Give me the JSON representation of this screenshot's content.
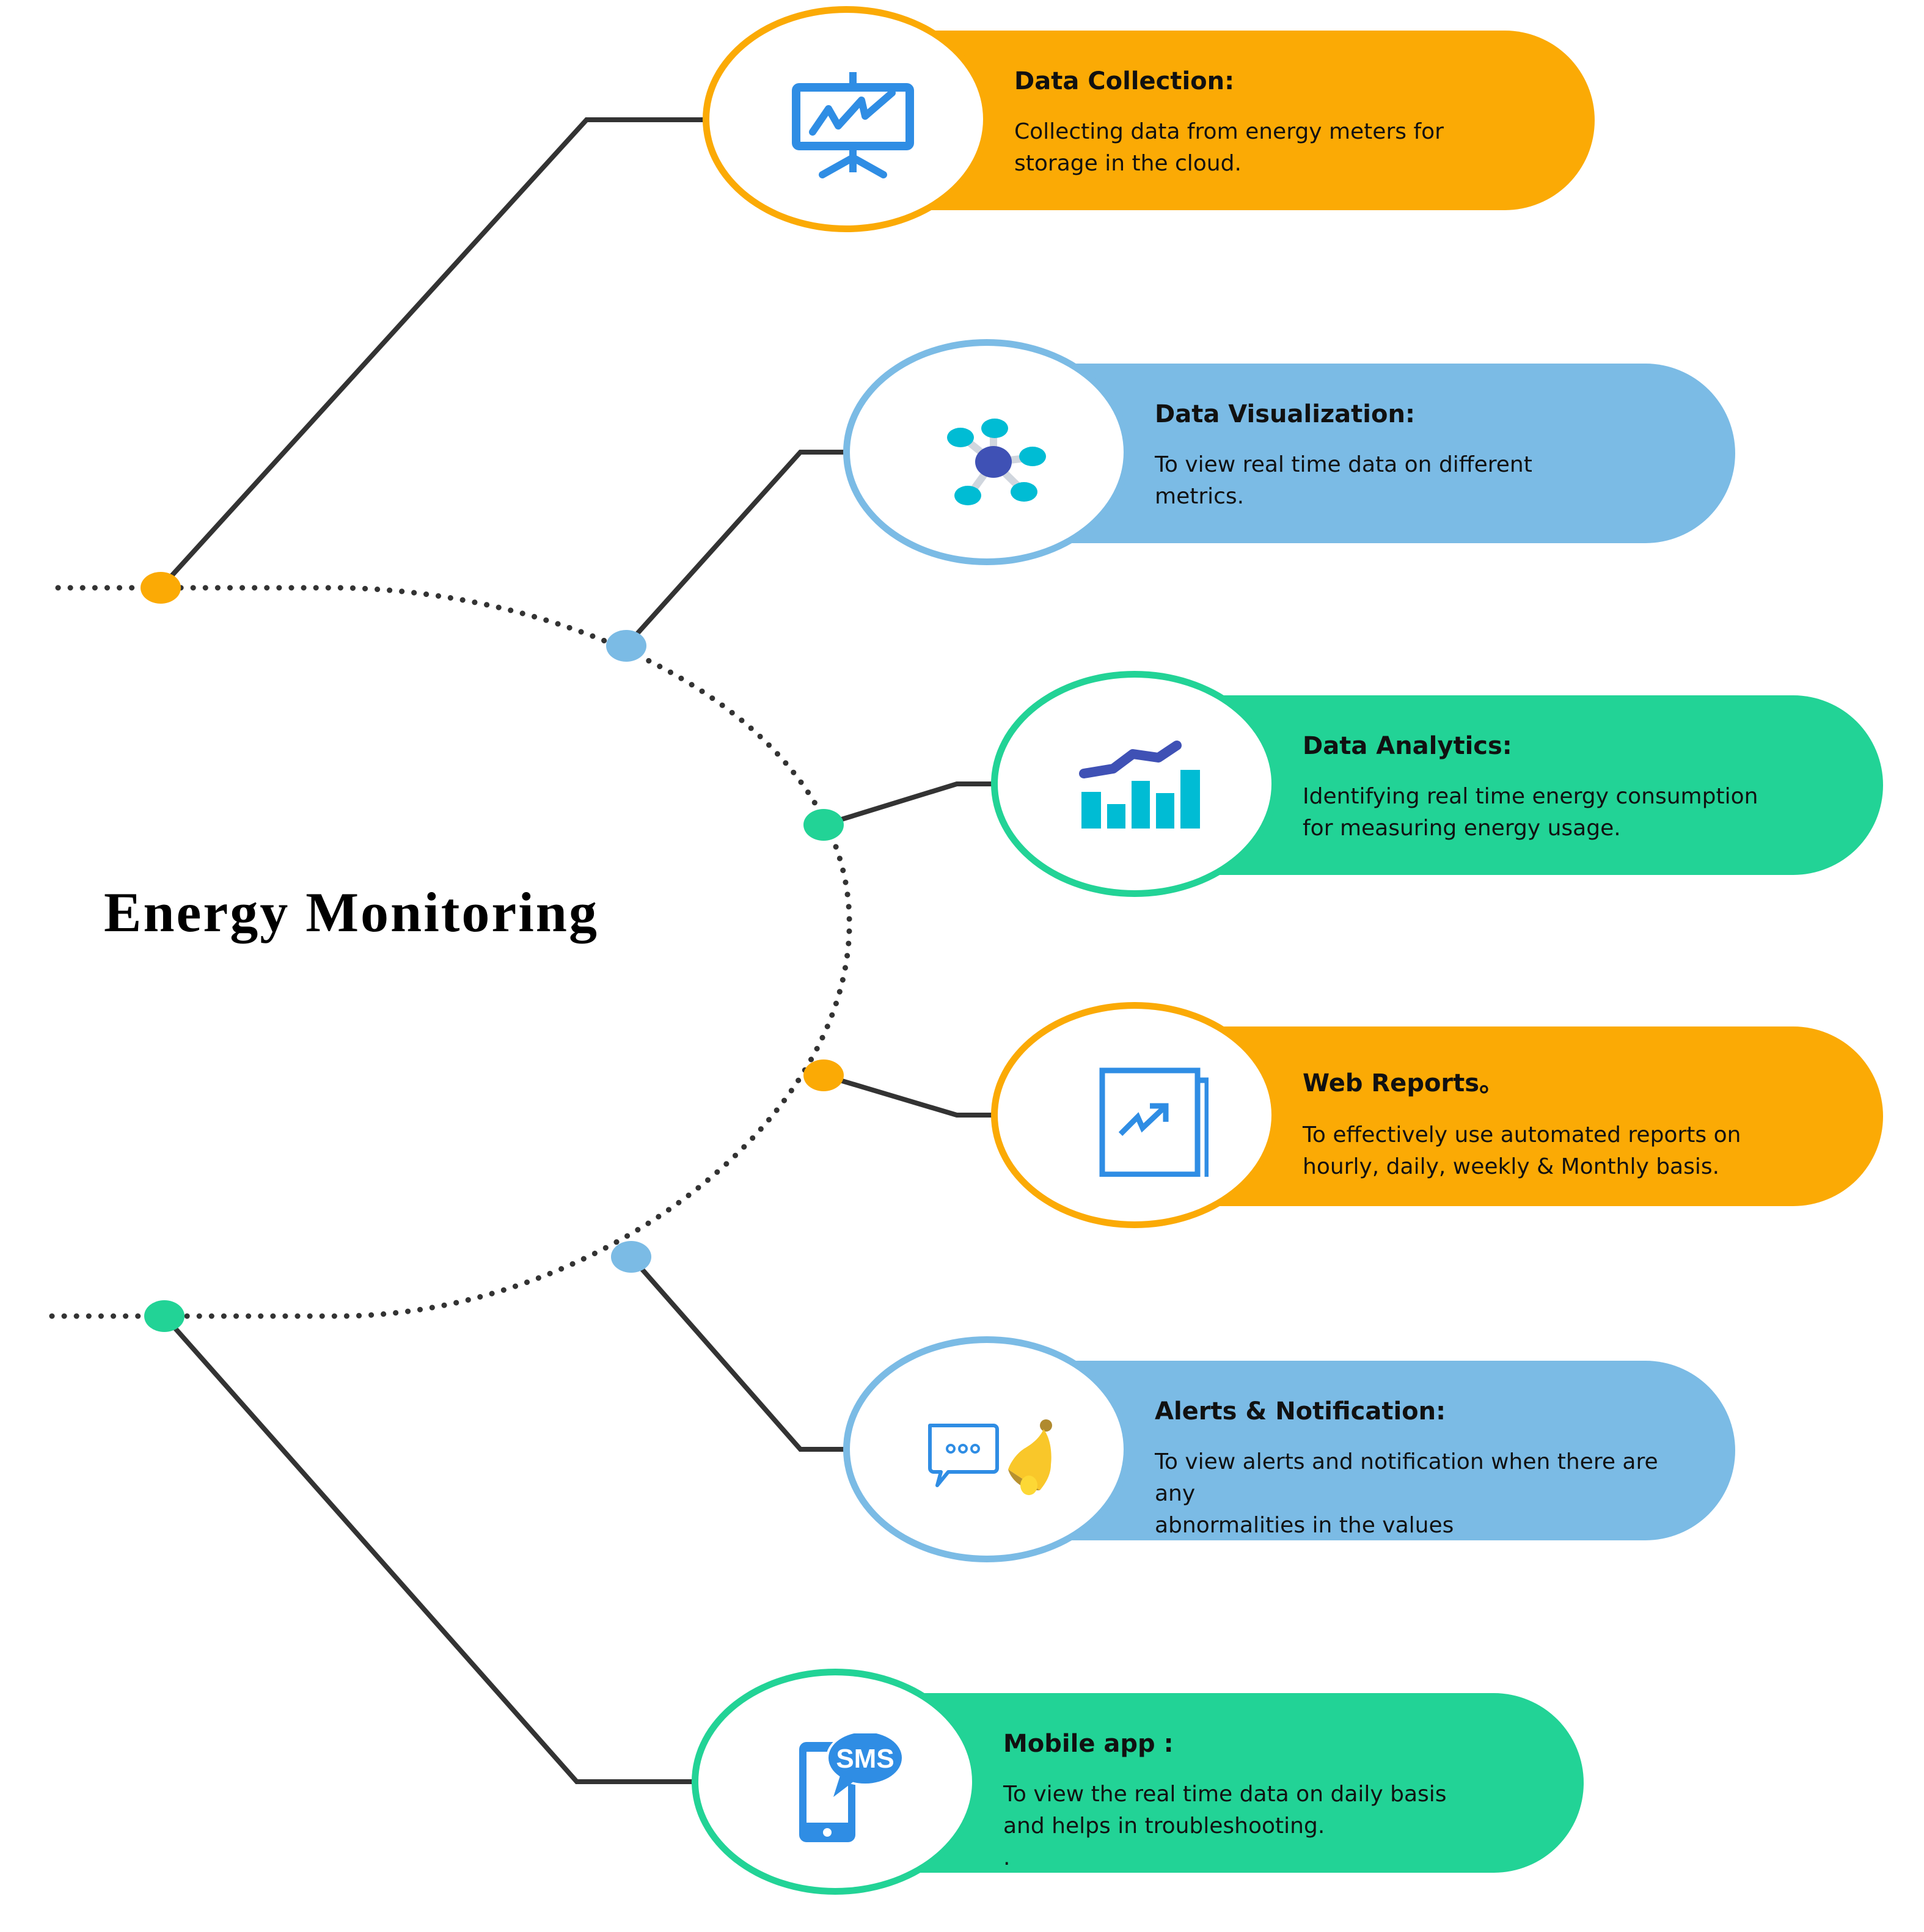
{
  "title": "Energy Monitoring",
  "colors": {
    "orange": "#FBAA05",
    "blue": "#7BBBE5",
    "green": "#22D396",
    "line": "#333333",
    "icon_blue": "#2F8DE4",
    "icon_navy": "#3F51B5",
    "icon_cyan": "#00BCD4",
    "bell_yellow": "#F9C72A"
  },
  "items": [
    {
      "id": "data-collection",
      "color": "orange",
      "icon": "presentation-chart-icon",
      "heading": "Data Collection:",
      "description": "Collecting data from energy meters for\nstorage in the cloud."
    },
    {
      "id": "data-visualization",
      "color": "blue",
      "icon": "network-nodes-icon",
      "heading": "Data  Visualization:",
      "description": "To view real time data on different\nmetrics."
    },
    {
      "id": "data-analytics",
      "color": "green",
      "icon": "bar-line-chart-icon",
      "heading": "Data  Analytics:",
      "description": " Identifying  real time energy consumption\nfor measuring  energy usage."
    },
    {
      "id": "web-reports",
      "color": "orange",
      "icon": "report-trend-icon",
      "heading": "Web Reports。",
      "description": "To effectively use  automated reports  on\nhourly, daily, weekly & Monthly basis."
    },
    {
      "id": "alerts-notification",
      "color": "blue",
      "icon": "chat-bell-icon",
      "heading": "Alerts & Notification:",
      "description": "To view alerts and notification when there are any\nabnormalities in the values"
    },
    {
      "id": "mobile-app",
      "color": "green",
      "icon": "mobile-sms-icon",
      "heading": "Mobile app :",
      "description": "To view the real time data on daily basis\nand helps in troubleshooting.\n."
    }
  ],
  "sms_label": "SMS"
}
